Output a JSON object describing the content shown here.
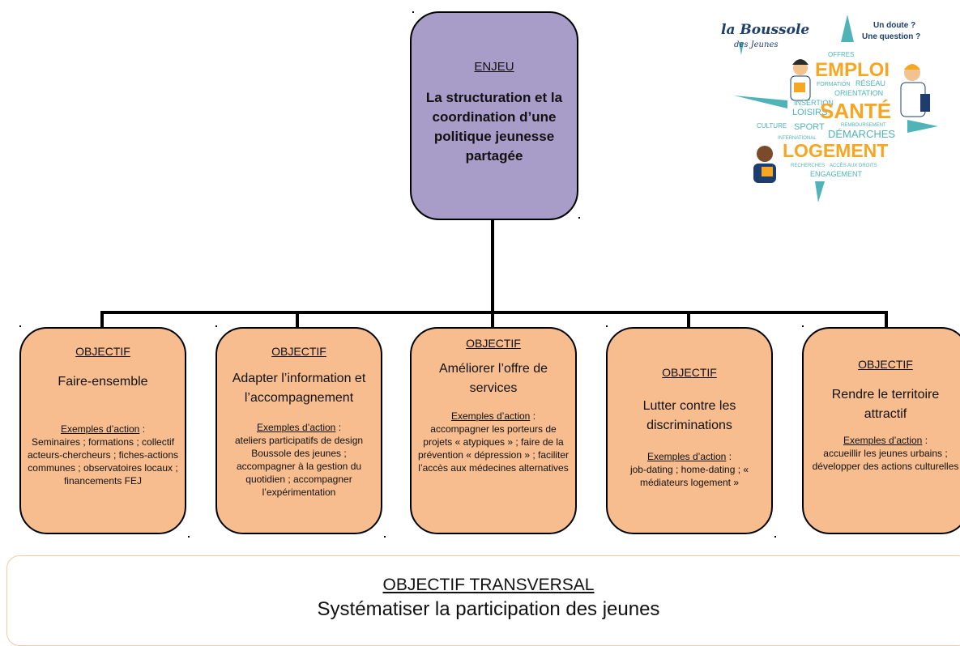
{
  "enjeu": {
    "label": "ENJEU",
    "title": "La structuration et la coordination d’une politique jeunesse partagée"
  },
  "objectives": [
    {
      "head": "OBJECTIF",
      "name": "Faire-ensemble",
      "examples_label": "Exemples d’action",
      "examples_text": "Seminaires ; formations ; collectif acteurs-chercheurs ; fiches-actions communes ; observatoires locaux ; financements FEJ"
    },
    {
      "head": "OBJECTIF",
      "name": "Adapter l’information et l’accompagnement",
      "examples_label": "Exemples d’action",
      "examples_text": "ateliers participatifs de design Boussole des jeunes ; accompagner à la gestion du quotidien ; accompagner l’expérimentation"
    },
    {
      "head": "OBJECTIF",
      "name": "Améliorer l’offre de services",
      "examples_label": "Exemples d’action",
      "examples_text": "accompagner les porteurs de projets « atypiques » ; faire de la prévention « dépression » ; faciliter l’accès aux médecines alternatives"
    },
    {
      "head": "OBJECTIF",
      "name": "Lutter contre les discriminations",
      "examples_label": "Exemples d’action",
      "examples_text": "job-dating ; home-dating ; « médiateurs logement »"
    },
    {
      "head": "OBJECTIF",
      "name": "Rendre le territoire attractif",
      "examples_label": "Exemples d’action",
      "examples_text": "accueillir les jeunes urbains ; développer des actions culturelles"
    }
  ],
  "transversal": {
    "label": "OBJECTIF TRANSVERSAL",
    "text": "Systématiser la participation des jeunes"
  },
  "logo": {
    "brand_line1": "la Boussole",
    "brand_line2": "des Jeunes",
    "question": "Un doute ?",
    "question2": "Une question ?",
    "words": {
      "offres": "OFFRES",
      "emploi": "EMPLOI",
      "formation": "FORMATION",
      "reseau": "RÉSEAU",
      "orientation": "ORIENTATION",
      "insertion": "INSERTION",
      "loisirs": "LOISIRS",
      "sante": "SANTÉ",
      "culture": "CULTURE",
      "sport": "SPORT",
      "remboursement": "REMBOURSEMENT",
      "international": "INTERNATIONAL",
      "demarches": "DÉMARCHES",
      "logement": "LOGEMENT",
      "recherches": "RECHERCHES",
      "acces": "ACCÈS AUX DROITS",
      "engagement": "ENGAGEMENT"
    }
  },
  "colors": {
    "enjeu_fill": "#a89cc8",
    "objective_fill": "#f7bd8f",
    "logo_orange": "#f5a623",
    "logo_teal": "#4fb3b8",
    "logo_navy": "#1d3d6e"
  }
}
